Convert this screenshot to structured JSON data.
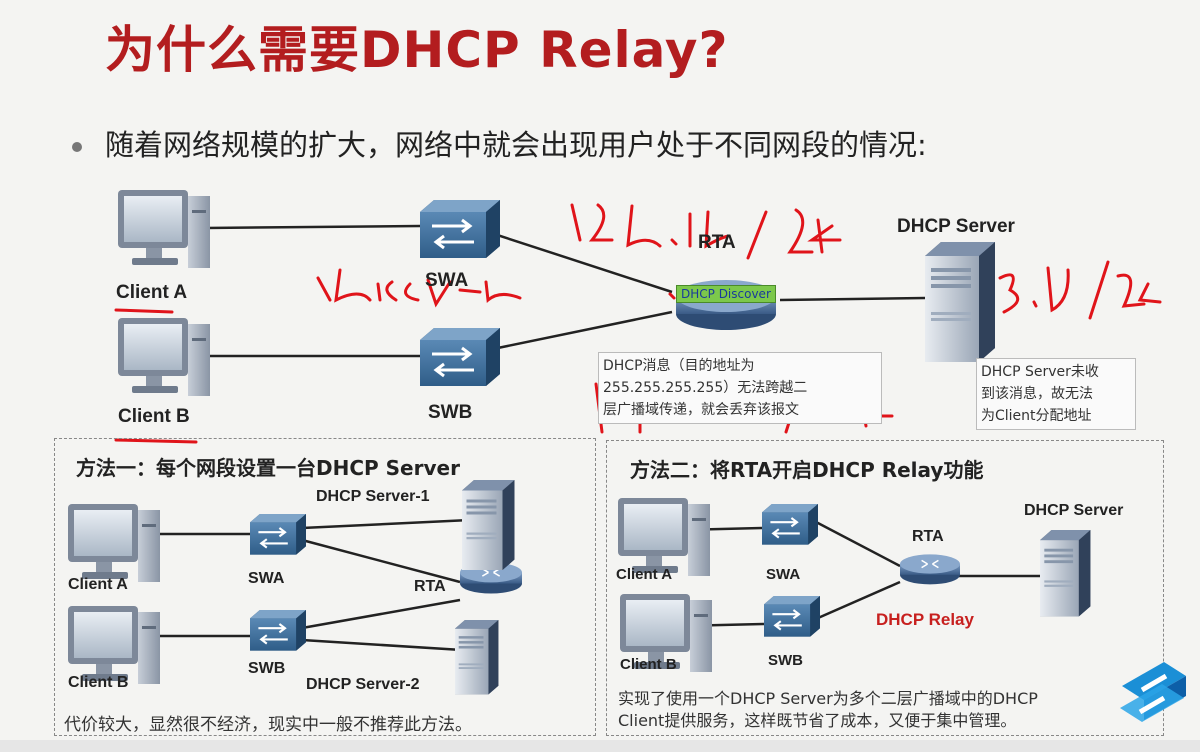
{
  "slide": {
    "title": "为什么需要DHCP Relay?",
    "bullet": "随着网络规模的扩大，网络中就会出现用户处于不同网段的情况:"
  },
  "top_diagram": {
    "client_a": "Client A",
    "client_b": "Client B",
    "swa": "SWA",
    "swb": "SWB",
    "rta": "RTA",
    "dhcp_server": "DHCP  Server",
    "discover_tag": "DHCP Discover",
    "note_left": [
      "DHCP消息（目的地址为",
      "255.255.255.255）无法跨越二",
      "层广播域传递，就会丢弃该报文"
    ],
    "note_right": [
      "DHCP Server未收",
      "到该消息，故无法",
      "为Client分配地址"
    ]
  },
  "method1": {
    "heading": "方法一：每个网段设置一台DHCP Server",
    "client_a": "Client A",
    "client_b": "Client B",
    "swa": "SWA",
    "swb": "SWB",
    "rta": "RTA",
    "server1": "DHCP  Server-1",
    "server2": "DHCP  Server-2",
    "footer": "代价较大，显然很不经济，现实中一般不推荐此方法。"
  },
  "method2": {
    "heading": "方法二：将RTA开启DHCP Relay功能",
    "client_a": "Client A",
    "client_b": "Client B",
    "swa": "SWA",
    "swb": "SWB",
    "rta": "RTA",
    "relay": "DHCP Relay",
    "server": "DHCP  Server",
    "footer": [
      "实现了使用一个DHCP Server为多个二层广播域中的DHCP",
      "Client提供服务，这样既节省了成本，又便于集中管理。"
    ]
  },
  "colors": {
    "title_red": "#b31d1f",
    "ink_red": "#e0141a",
    "switch_blue": "#3b6f9e",
    "router_blue": "#4a6d97",
    "tag_green": "#7cc84b"
  }
}
